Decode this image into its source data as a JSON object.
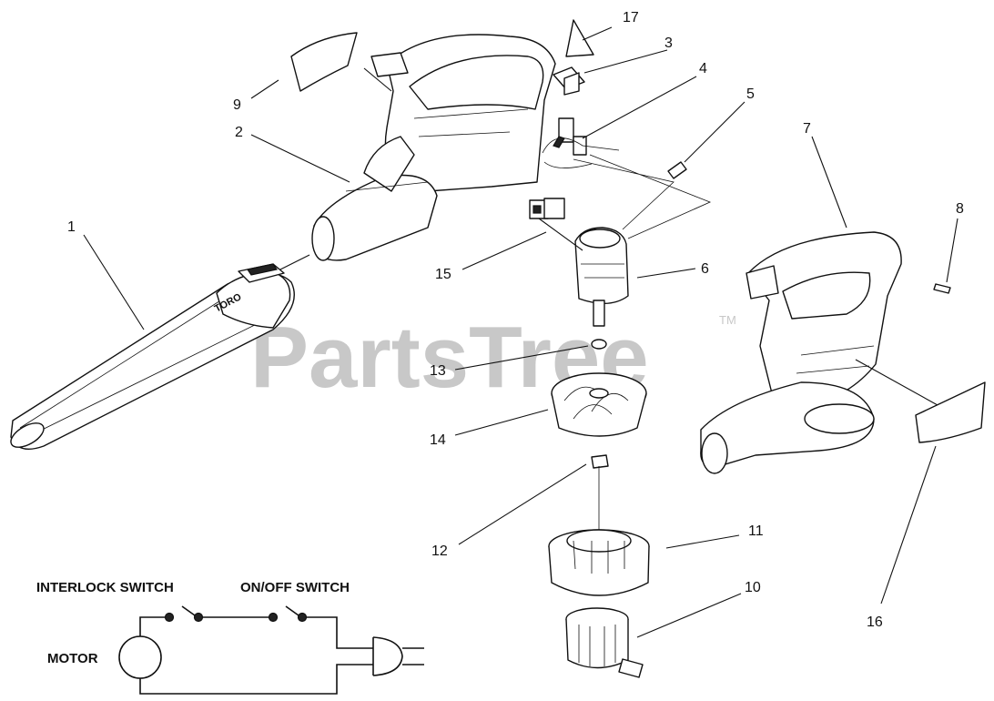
{
  "watermark": {
    "text": "PartsTree",
    "tm": "TM"
  },
  "callouts": {
    "c1": "1",
    "c2": "2",
    "c3": "3",
    "c4": "4",
    "c5": "5",
    "c6": "6",
    "c7": "7",
    "c8": "8",
    "c9": "9",
    "c10": "10",
    "c11": "11",
    "c12": "12",
    "c13": "13",
    "c14": "14",
    "c15": "15",
    "c16": "16",
    "c17": "17"
  },
  "schematic": {
    "interlock_label": "INTERLOCK SWITCH",
    "onoff_label": "ON/OFF SWITCH",
    "motor_label": "MOTOR"
  },
  "nozzle_logo": "TORO"
}
